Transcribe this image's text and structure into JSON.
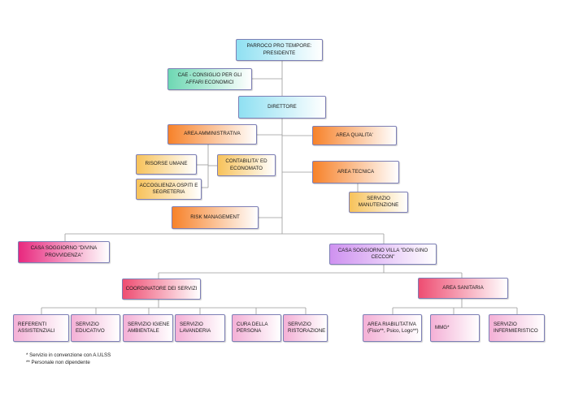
{
  "org": {
    "parroco": "PARROCO PRO TEMPORE: PRESIDENTE",
    "cae": "CAE - CONSIGLIO PER GLI AFFARI ECONOMICI",
    "direttore": "DIRETTORE",
    "area_amministrativa": "AREA AMMINISTRATIVA",
    "area_qualita": "AREA QUALITA'",
    "risorse_umane": "RISORSE UMANE",
    "contabilita": "CONTABILITA' ED ECONOMATO",
    "area_tecnica": "AREA TECNICA",
    "accoglienza": "ACCOGLIENZA OSPITI E SEGRETERIA",
    "servizio_manutenzione": "SERVIZIO MANUTENZIONE",
    "risk_management": "RISK MANAGEMENT",
    "casa_divina": "CASA SOGGIORNO \"DIVINA PROVVIDENZA\"",
    "casa_villa": "CASA SOGGIORNO VILLA \"DON GINO CECCON\"",
    "coordinatore": "COORDINATORE DEI SERVIZI",
    "area_sanitaria": "AREA SANITARIA",
    "referenti": "REFERENTI ASSISTENZIALI",
    "servizio_educativo": "SERVIZIO EDUCATIVO",
    "servizio_igiene": "SERVIZIO IGIENE AMBIENTALE",
    "servizio_lavanderia": "SERVIZIO LAVANDERIA",
    "cura_persona": "CURA DELLA PERSONA",
    "servizio_ristorazione": "SERVIZIO RISTORAZIONE",
    "area_riabilitativa": "AREA RIABILITATIVA (Fisio**, Psico, Logo**)",
    "mmg": "MMG*",
    "servizio_infermieristico": "SERVIZIO INFERMIERISTICO"
  },
  "notes": {
    "note1": "* Servizio in convenzione con A.ULSS",
    "note2": "** Personale non dipendente"
  }
}
